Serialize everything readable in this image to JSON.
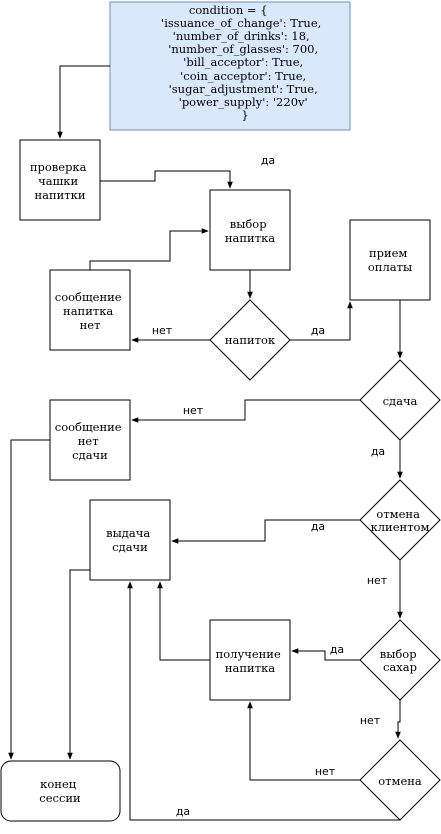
{
  "condition": {
    "lines": [
      "condition = {",
      "'issuance_of_change': True,",
      "'number_of_drinks': 18,",
      "'number_of_glasses': 700,",
      "'bill_acceptor': True,",
      "'coin_acceptor': True,",
      "'sugar_adjustment': True,",
      "'power_supply': '220v'",
      "}"
    ],
    "fill": "#dae8fc",
    "stroke": "#6c8ebf"
  },
  "nodes": {
    "check_cups": [
      "проверка",
      "чашки",
      "напитки"
    ],
    "drink_choice": [
      "выбор",
      "напитка"
    ],
    "no_drink_msg": [
      "сообщение",
      "напитка",
      "нет"
    ],
    "drink_decision": [
      "напиток"
    ],
    "payment": [
      "прием",
      "оплаты"
    ],
    "change_decision": [
      "сдача"
    ],
    "no_change_msg": [
      "сообщение",
      "нет",
      "сдачи"
    ],
    "cancel_by_client": [
      "отмена",
      "клиентом"
    ],
    "give_change": [
      "выдача",
      "сдачи"
    ],
    "sugar_choice": [
      "выбор",
      "сахар"
    ],
    "get_drink": [
      "получение",
      "напитка"
    ],
    "cancel": [
      "отмена"
    ],
    "end_session": [
      "конец",
      "сессии"
    ]
  },
  "edge_labels": {
    "yes": "да",
    "no": "нет"
  }
}
